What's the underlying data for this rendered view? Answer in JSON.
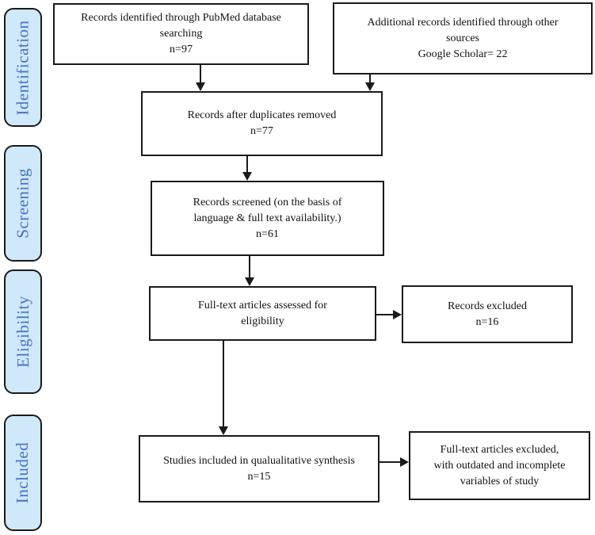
{
  "colors": {
    "stage_fill": "#cfe8fa",
    "stage_text": "#4472c4",
    "line_color": "#1a1a1a",
    "box_fill": "#ffffff",
    "page_bg": "#ffffff"
  },
  "stages": [
    {
      "label": "Identification"
    },
    {
      "label": "Screening"
    },
    {
      "label": "Eligibility"
    },
    {
      "label": "Included"
    }
  ],
  "nodes": {
    "pubmed": {
      "text": "Records identified through PubMed database\nsearching\nn=97"
    },
    "other_sources": {
      "text": "Additional records identified through other\nsources\nGoogle Scholar= 22"
    },
    "duplicates_removed": {
      "text": "Records after duplicates removed\nn=77"
    },
    "screened": {
      "text": "Records screened (on the basis of\nlanguage & full text availability.)\nn=61"
    },
    "fulltext_assessed": {
      "text": "Full-text articles assessed for\neligibility"
    },
    "records_excluded": {
      "text": "Records excluded\nn=16"
    },
    "qualitative_synthesis": {
      "text": "Studies included in qualualitative synthesis\nn=15"
    },
    "fulltext_excluded": {
      "text": "Full-text articles excluded,\nwith outdated and incomplete\nvariables of study"
    }
  },
  "edges": [
    {
      "from": "pubmed",
      "to": "duplicates_removed"
    },
    {
      "from": "other_sources",
      "to": "duplicates_removed"
    },
    {
      "from": "duplicates_removed",
      "to": "screened"
    },
    {
      "from": "screened",
      "to": "fulltext_assessed"
    },
    {
      "from": "fulltext_assessed",
      "to": "records_excluded"
    },
    {
      "from": "fulltext_assessed",
      "to": "qualitative_synthesis"
    },
    {
      "from": "qualitative_synthesis",
      "to": "fulltext_excluded"
    }
  ]
}
